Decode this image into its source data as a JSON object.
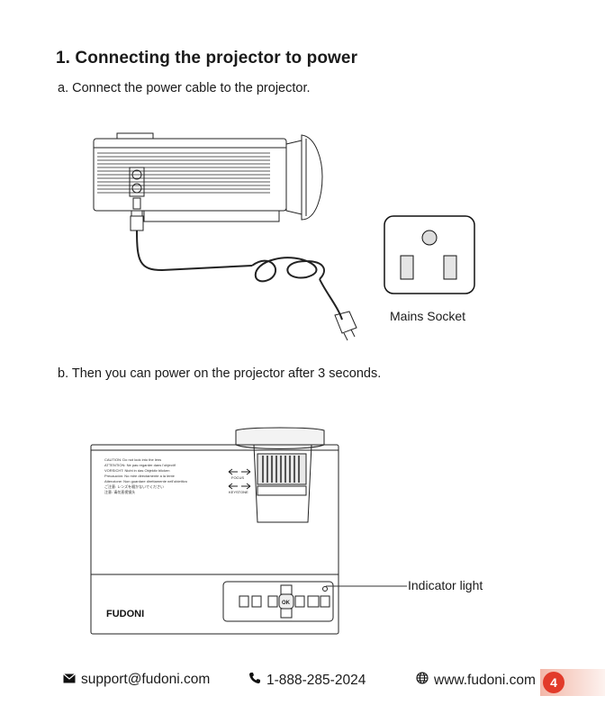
{
  "section": {
    "title": "1. Connecting the projector to power",
    "step_a": "a. Connect the power cable to the projector.",
    "step_b": "b. Then you can power on the projector after 3 seconds."
  },
  "figure_a": {
    "mains_label": "Mains Socket"
  },
  "figure_b": {
    "indicator_label": "Indicator light",
    "brand": "FUDONI",
    "focus_label": "FOCUS",
    "keystone_label": "KEYSTONE",
    "ok_label": "OK",
    "caution_lines": [
      "CAUTION: Do not look into the lens",
      "ATTENTION: Ne pas regarder dans l'objectif",
      "VORSICHT: Nicht in das Objektiv blicken",
      "Precaución: No mire directamente a la lente",
      "Attenzione: Non guardare direttamente nell'obiettivo",
      "ご注意: レンズを覗かないでください",
      "注意: 请勿直视镜头"
    ]
  },
  "footer": {
    "email": "support@fudoni.com",
    "phone": "1-888-285-2024",
    "website": "www.fudoni.com",
    "page_number": "4",
    "colors": {
      "page_badge": "#e23b2a"
    }
  }
}
